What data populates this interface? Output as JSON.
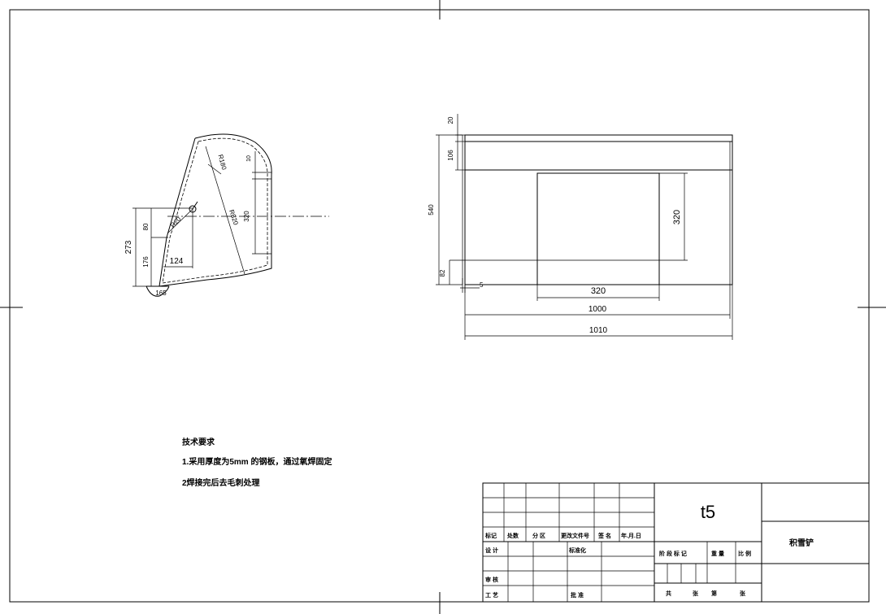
{
  "side_view": {
    "dims": {
      "d273": "273",
      "d80": "80",
      "d176": "176",
      "d124": "124",
      "d165": "165",
      "dR20": "R20",
      "dR180": "R180",
      "dR820": "R820",
      "d10": "10",
      "d320": "320"
    }
  },
  "front_view": {
    "dims": {
      "d20": "20",
      "d106": "106",
      "d540": "540",
      "d82": "82",
      "d5": "5",
      "d320v": "320",
      "d320h": "320",
      "d1000": "1000",
      "d1010": "1010"
    }
  },
  "notes": {
    "title": "技术要求",
    "line1": "1.采用厚度为5mm 的钢板，通过氧焊固定",
    "line2": "2焊接完后去毛刺处理"
  },
  "title_block": {
    "material": "t5",
    "part_name": "积雪铲",
    "h_mark": "标记",
    "h_count": "处数",
    "h_zone": "分 区",
    "h_docno": "更改文件号",
    "h_sign": "签 名",
    "h_date": "年.月.日",
    "r_design": "设 计",
    "r_std": "标准化",
    "r_review": "审 核",
    "r_process": "工 艺",
    "r_approve": "批 准",
    "stage_mark": "阶 段 标 记",
    "weight": "重 量",
    "scale": "比 例",
    "sheets_total": "共",
    "sheets_zhang": "张",
    "sheet_no": "第",
    "sheet_zhang2": "张"
  }
}
